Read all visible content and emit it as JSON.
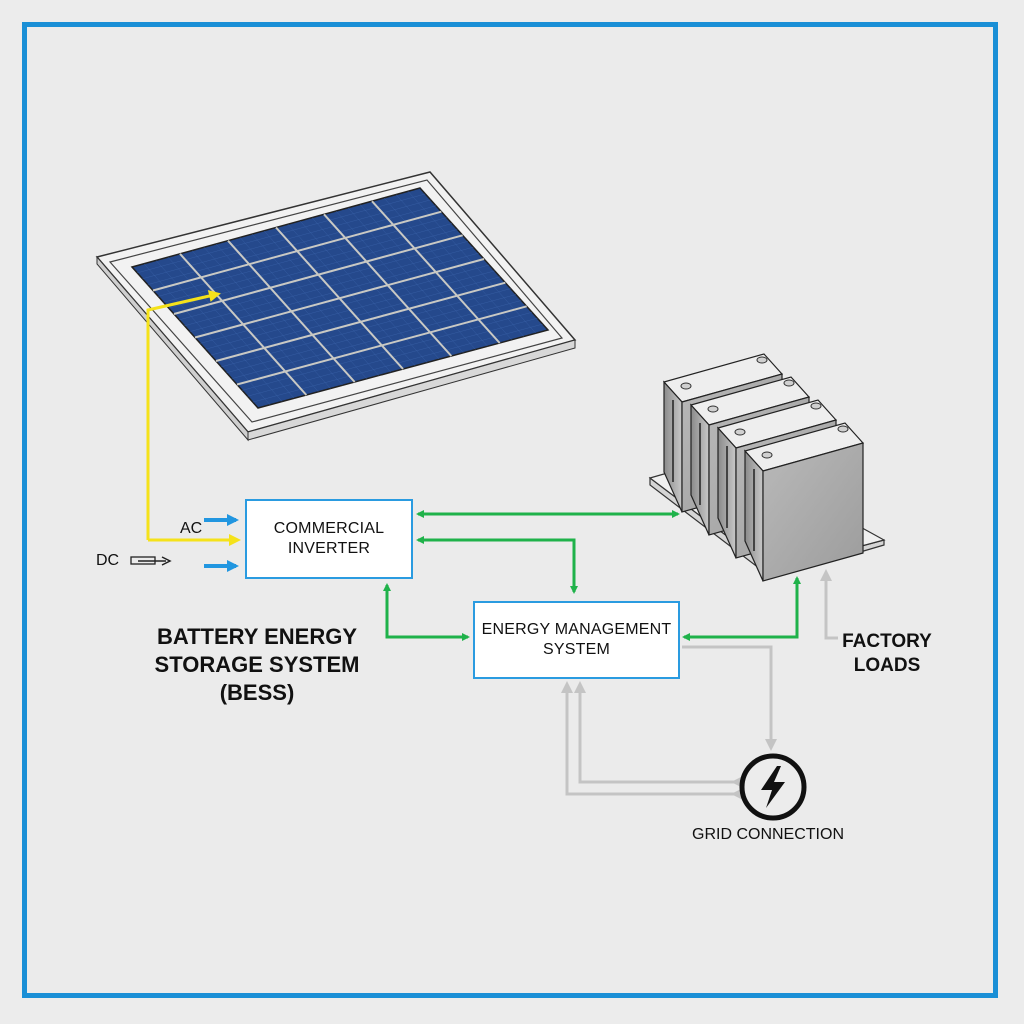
{
  "diagram": {
    "title_lines": [
      "BATTERY ENERGY",
      "STORAGE SYSTEM",
      "(BESS)"
    ],
    "components": {
      "solar_panel": {
        "label": "",
        "rows": 6,
        "cols": 6
      },
      "inverter": {
        "lines": [
          "COMMERCIAL",
          "INVERTER"
        ]
      },
      "ems": {
        "lines": [
          "ENERGY MANAGEMENT",
          "SYSTEM"
        ]
      },
      "battery_bank": {
        "modules": 4
      },
      "grid": {
        "label": "GRID CONNECTION",
        "icon": "lightning-bolt-icon"
      },
      "factory_loads": {
        "lines": [
          "FACTORY",
          "LOADS"
        ]
      }
    },
    "input_labels": {
      "ac": "AC",
      "dc": "DC"
    },
    "colors": {
      "frame": "#1a8fd6",
      "box_border": "#2a9be0",
      "solar_flow": "#f5e21a",
      "input_arrow": "#2196e0",
      "data_flow": "#1fb24a",
      "grid_flow": "#c4c4c4",
      "panel_cell": "#254b8f"
    },
    "connections": [
      {
        "from": "solar-panel",
        "to": "inverter",
        "color": "solar_flow"
      },
      {
        "from": "inverter",
        "to": "battery-bank",
        "color": "data_flow",
        "bidirectional": true
      },
      {
        "from": "inverter",
        "to": "ems",
        "color": "data_flow"
      },
      {
        "from": "inverter",
        "to": "ems",
        "color": "data_flow"
      },
      {
        "from": "ems",
        "to": "battery-bank",
        "color": "data_flow",
        "bidirectional": true
      },
      {
        "from": "ems",
        "to": "grid",
        "color": "grid_flow"
      },
      {
        "from": "grid",
        "to": "ems",
        "color": "grid_flow"
      },
      {
        "from": "factory-loads",
        "to": "battery-bank",
        "color": "grid_flow"
      }
    ]
  }
}
